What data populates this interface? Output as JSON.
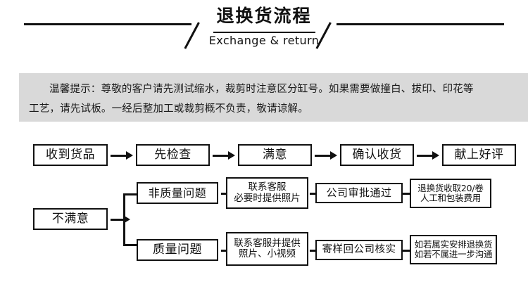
{
  "header": {
    "title": "退换货流程",
    "subtitle": "Exchange & return"
  },
  "notice": {
    "line1": "温馨提示：尊敬的客户请先测试缩水，裁剪时注意区分缸号。如果需要做撞白、拔印、印花等",
    "line2": "工艺，请先试板。一经后整加工或裁剪概不负责，敬请谅解。",
    "background_color": "#d9d9d9"
  },
  "flow": {
    "row1": [
      {
        "id": "received",
        "label": "收到货品"
      },
      {
        "id": "inspect",
        "label": "先检查"
      },
      {
        "id": "satisfied",
        "label": "满意"
      },
      {
        "id": "confirm",
        "label": "确认收货"
      },
      {
        "id": "review",
        "label": "献上好评"
      }
    ],
    "unsatisfied": {
      "id": "unsatisfied",
      "label": "不满意"
    },
    "row2": [
      {
        "id": "non-quality-issue",
        "label": "非质量问题"
      },
      {
        "id": "contact-service-photo",
        "line1": "联系客服",
        "line2": "必要时提供照片"
      },
      {
        "id": "company-approval",
        "label": "公司审批通过"
      },
      {
        "id": "fee-note",
        "line1": "退换货收取20/卷",
        "line2": "人工和包装费用"
      }
    ],
    "row3": [
      {
        "id": "quality-issue",
        "label": "质量问题"
      },
      {
        "id": "contact-service-media",
        "line1": "联系客服并提供",
        "line2": "照片、小视频"
      },
      {
        "id": "send-sample",
        "label": "寄样回公司核实"
      },
      {
        "id": "verify-result",
        "line1": "如若属实安排退换货",
        "line2": "如若不属进一步沟通"
      }
    ]
  },
  "colors": {
    "line": "#111111",
    "page_background": "#ffffff"
  }
}
